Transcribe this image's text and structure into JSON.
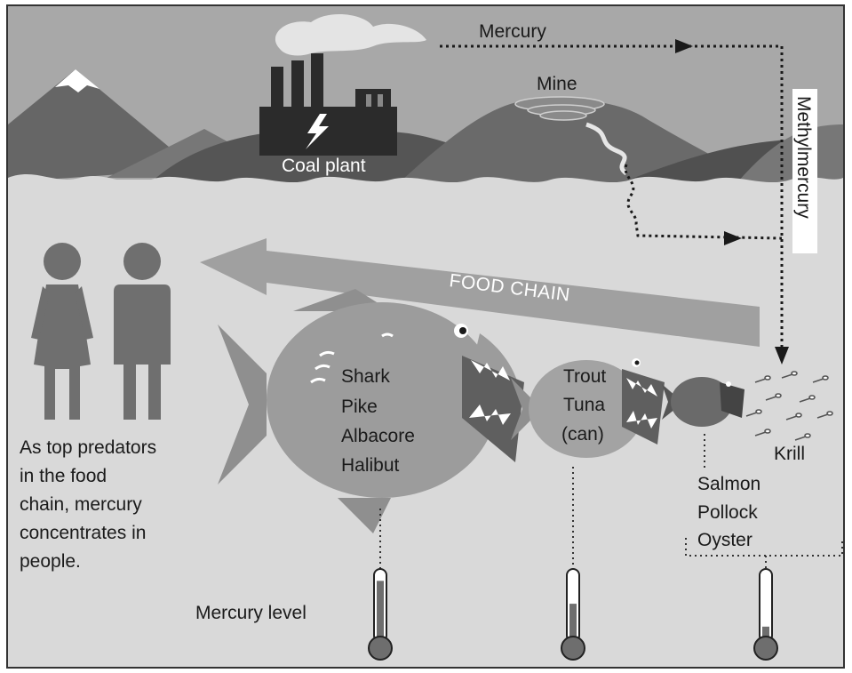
{
  "labels": {
    "mercury": "Mercury",
    "mine": "Mine",
    "coal_plant": "Coal plant",
    "methylmercury": "Methylmercury",
    "food_chain": "FOOD CHAIN",
    "krill": "Krill",
    "mercury_level": "Mercury level"
  },
  "big_fish": [
    "Shark",
    "Pike",
    "Albacore",
    "Halibut"
  ],
  "mid_fish": [
    "Trout",
    "Tuna",
    "(can)"
  ],
  "small_fish": [
    "Salmon",
    "Pollock",
    "Oyster"
  ],
  "people_text": [
    "As top predators",
    "in the food",
    "chain, mercury",
    "concentrates in",
    "people."
  ],
  "thermometers": [
    {
      "name": "top-predators",
      "level": 0.88
    },
    {
      "name": "mid-fish",
      "level": 0.55
    },
    {
      "name": "small-fish",
      "level": 0.22
    }
  ],
  "colors": {
    "sky": "#a8a8a8",
    "water": "#d9d9d9",
    "mountain_dark": "#555555",
    "mountain_mid": "#7a7a7a",
    "fish_big": "#9c9c9c",
    "thermo_fill": "#6e6e6e",
    "people": "#6f6f6f"
  }
}
